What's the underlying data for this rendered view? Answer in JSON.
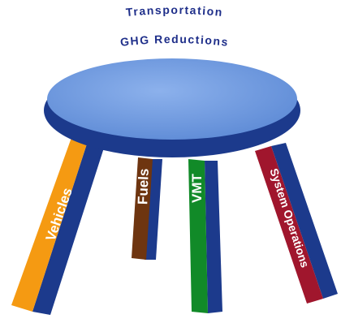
{
  "title": {
    "line1": "Transportation",
    "line2": "GHG Reductions"
  },
  "legs": [
    {
      "label": "Vehicles",
      "color": "#f59a12"
    },
    {
      "label": "Fuels",
      "color": "#6e3510"
    },
    {
      "label": "VMT",
      "color": "#118a28"
    },
    {
      "label": "System Operations",
      "color": "#a0162d"
    }
  ],
  "colors": {
    "seat_top": "#6f9be0",
    "seat_rim": "#1c3a8c",
    "leg_shadow": "#1c3a8c",
    "title": "#1f2f8a"
  }
}
